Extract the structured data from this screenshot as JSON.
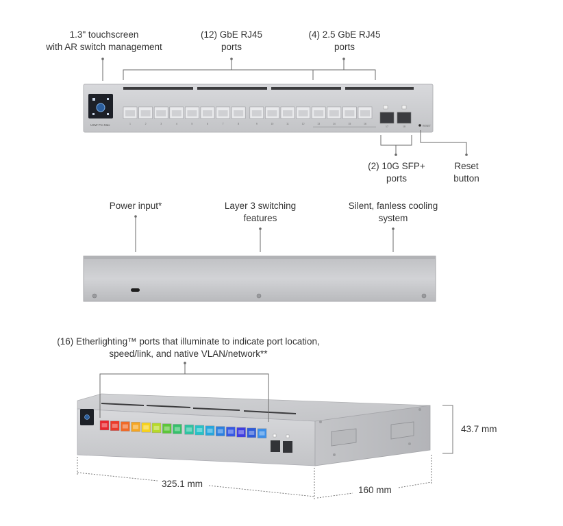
{
  "callouts": {
    "touchscreen": [
      "1.3\" touchscreen",
      "with AR switch management"
    ],
    "gbe_ports": [
      "(12) GbE RJ45",
      "ports"
    ],
    "gbe25_ports": [
      "(4) 2.5 GbE RJ45",
      "ports"
    ],
    "sfp_ports": [
      "(2) 10G SFP+",
      "ports"
    ],
    "reset": [
      "Reset",
      "button"
    ],
    "power": [
      "Power input*"
    ],
    "layer3": [
      "Layer 3 switching",
      "features"
    ],
    "cooling": [
      "Silent, fanless cooling",
      "system"
    ],
    "etherlighting": [
      "(16) Etherlighting™ ports that illuminate to indicate port location,",
      "speed/link, and native VLAN/network**"
    ]
  },
  "device": {
    "model_label": "USW Pro Max",
    "reset_label": "RESET",
    "port_numbers": [
      "1",
      "2",
      "3",
      "4",
      "5",
      "6",
      "7",
      "8",
      "9",
      "10",
      "11",
      "12",
      "13",
      "14",
      "15",
      "16"
    ],
    "sfp_numbers": [
      "17",
      "18"
    ]
  },
  "dimensions": {
    "width": "325.1 mm",
    "depth": "160 mm",
    "height": "43.7 mm"
  },
  "colors": {
    "chassis": "#c9cacd",
    "chassis_light": "#d6d7da",
    "chassis_dark": "#a8a9ad",
    "leader": "#666666",
    "etherlighting": [
      "#e8262e",
      "#ea3b2a",
      "#f06a28",
      "#f5a623",
      "#f7d21d",
      "#b7d92a",
      "#5cc53a",
      "#35c06a",
      "#2fc3a2",
      "#28c2c7",
      "#27a6dc",
      "#2b7fe0",
      "#3558e3",
      "#3f3ee0",
      "#2f5bd8",
      "#3d8fe8"
    ]
  }
}
